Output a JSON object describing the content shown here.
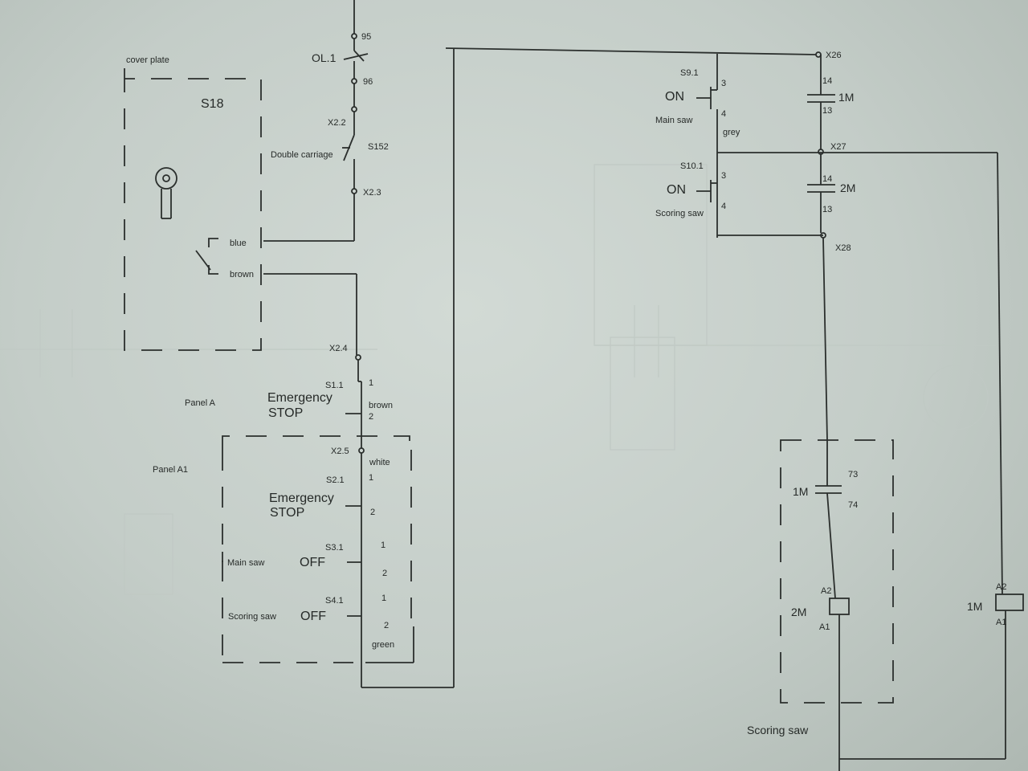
{
  "left_circuit": {
    "cover_plate": "cover plate",
    "s18": "S18",
    "ol1": "OL.1",
    "t95": "95",
    "t96": "96",
    "x22": "X2.2",
    "double_carriage": "Double carriage",
    "s152": "S152",
    "x23": "X2.3",
    "blue": "blue",
    "brown": "brown",
    "x24": "X2.4",
    "panel_a": "Panel A",
    "s11": "S1.1",
    "emergency1": "Emergency",
    "stop1": "STOP",
    "brown_wire": "brown",
    "c1a": "1",
    "c2a": "2",
    "panel_a1": "Panel A1",
    "x25": "X2.5",
    "white": "white",
    "s21": "S2.1",
    "c1b": "1",
    "emergency2": "Emergency",
    "stop2": "STOP",
    "c2b": "2",
    "s31": "S3.1",
    "main_saw": "Main saw",
    "off1": "OFF",
    "c1c": "1",
    "c2c": "2",
    "s41": "S4.1",
    "scoring_saw": "Scoring saw",
    "off2": "OFF",
    "c1d": "1",
    "c2d": "2",
    "green": "green"
  },
  "right_circuit": {
    "x26": "X26",
    "s91": "S9.1",
    "on1": "ON",
    "main_saw": "Main saw",
    "c3a": "3",
    "c4a": "4",
    "grey": "grey",
    "t14a": "14",
    "t13a": "13",
    "m1": "1M",
    "x27": "X27",
    "s101": "S10.1",
    "on2": "ON",
    "scoring_saw": "Scoring saw",
    "c3b": "3",
    "c4b": "4",
    "t14b": "14",
    "t13b": "13",
    "m2": "2M",
    "x28": "X28",
    "m1_aux": "1M",
    "t73": "73",
    "t74": "74",
    "a2_left": "A2",
    "a1_left": "A1",
    "coil_2m": "2M",
    "a2_right": "A2",
    "a1_right": "A1",
    "coil_1m": "1M",
    "scoring_saw_box": "Scoring saw"
  }
}
